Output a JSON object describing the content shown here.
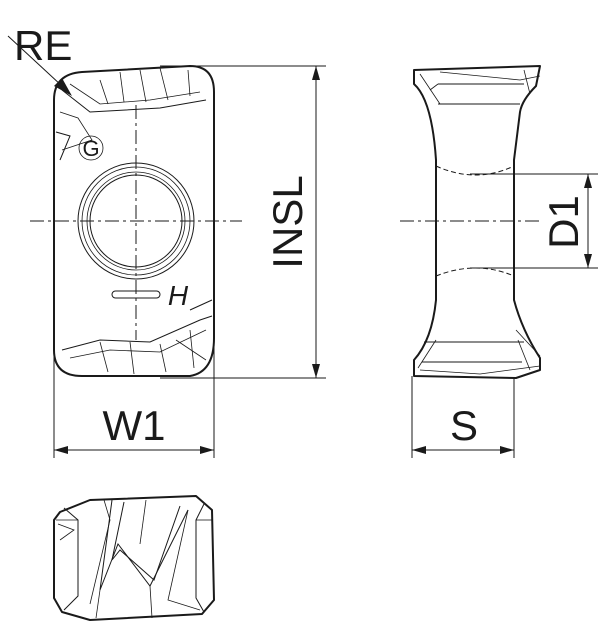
{
  "drawing": {
    "dimensions": {
      "re": "RE",
      "insl": "INSL",
      "w1": "W1",
      "d1": "D1",
      "s": "S"
    },
    "markings": {
      "grade_letter": "G",
      "chipbreaker_letter": "H"
    }
  }
}
